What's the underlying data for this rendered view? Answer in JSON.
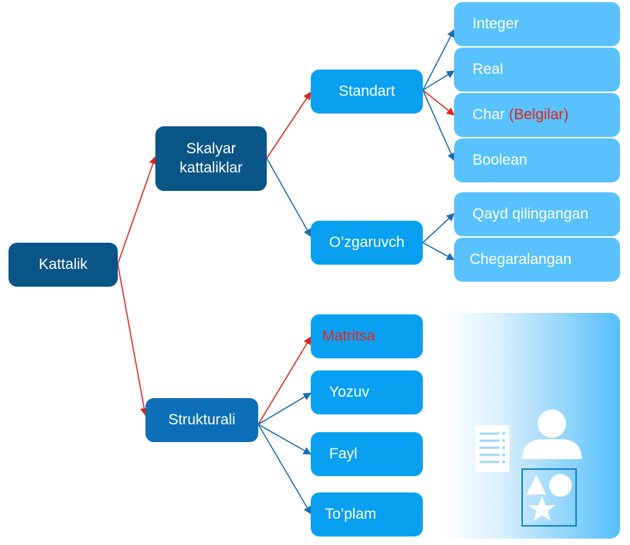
{
  "nodes": {
    "root": "Kattalik",
    "scalar": "Skalyar kattaliklar",
    "standard": "Standart",
    "variable": "O’zgaruvch",
    "integer": "Integer",
    "real": "Real",
    "char": "Char",
    "char_note": "(Belgilar)",
    "boolean": "Boolean",
    "enumerated": "Qayd qilingangan",
    "bounded": "Chegaralangan",
    "structural": "Strukturali",
    "matrix": "Matritsa",
    "record": "Yozuv",
    "file": "Fayl",
    "set": "To’plam"
  },
  "colors": {
    "dark_node": "#0a5587",
    "mid_node": "#0d6fb8",
    "bright_node": "#0aa0f2",
    "light_node": "#59c2fd",
    "red_arrow": "#e0241c",
    "blue_arrow": "#1a6db0",
    "highlight_text": "#e0241c"
  },
  "icons": [
    "document-icon",
    "person-icon",
    "shapes-icon"
  ]
}
